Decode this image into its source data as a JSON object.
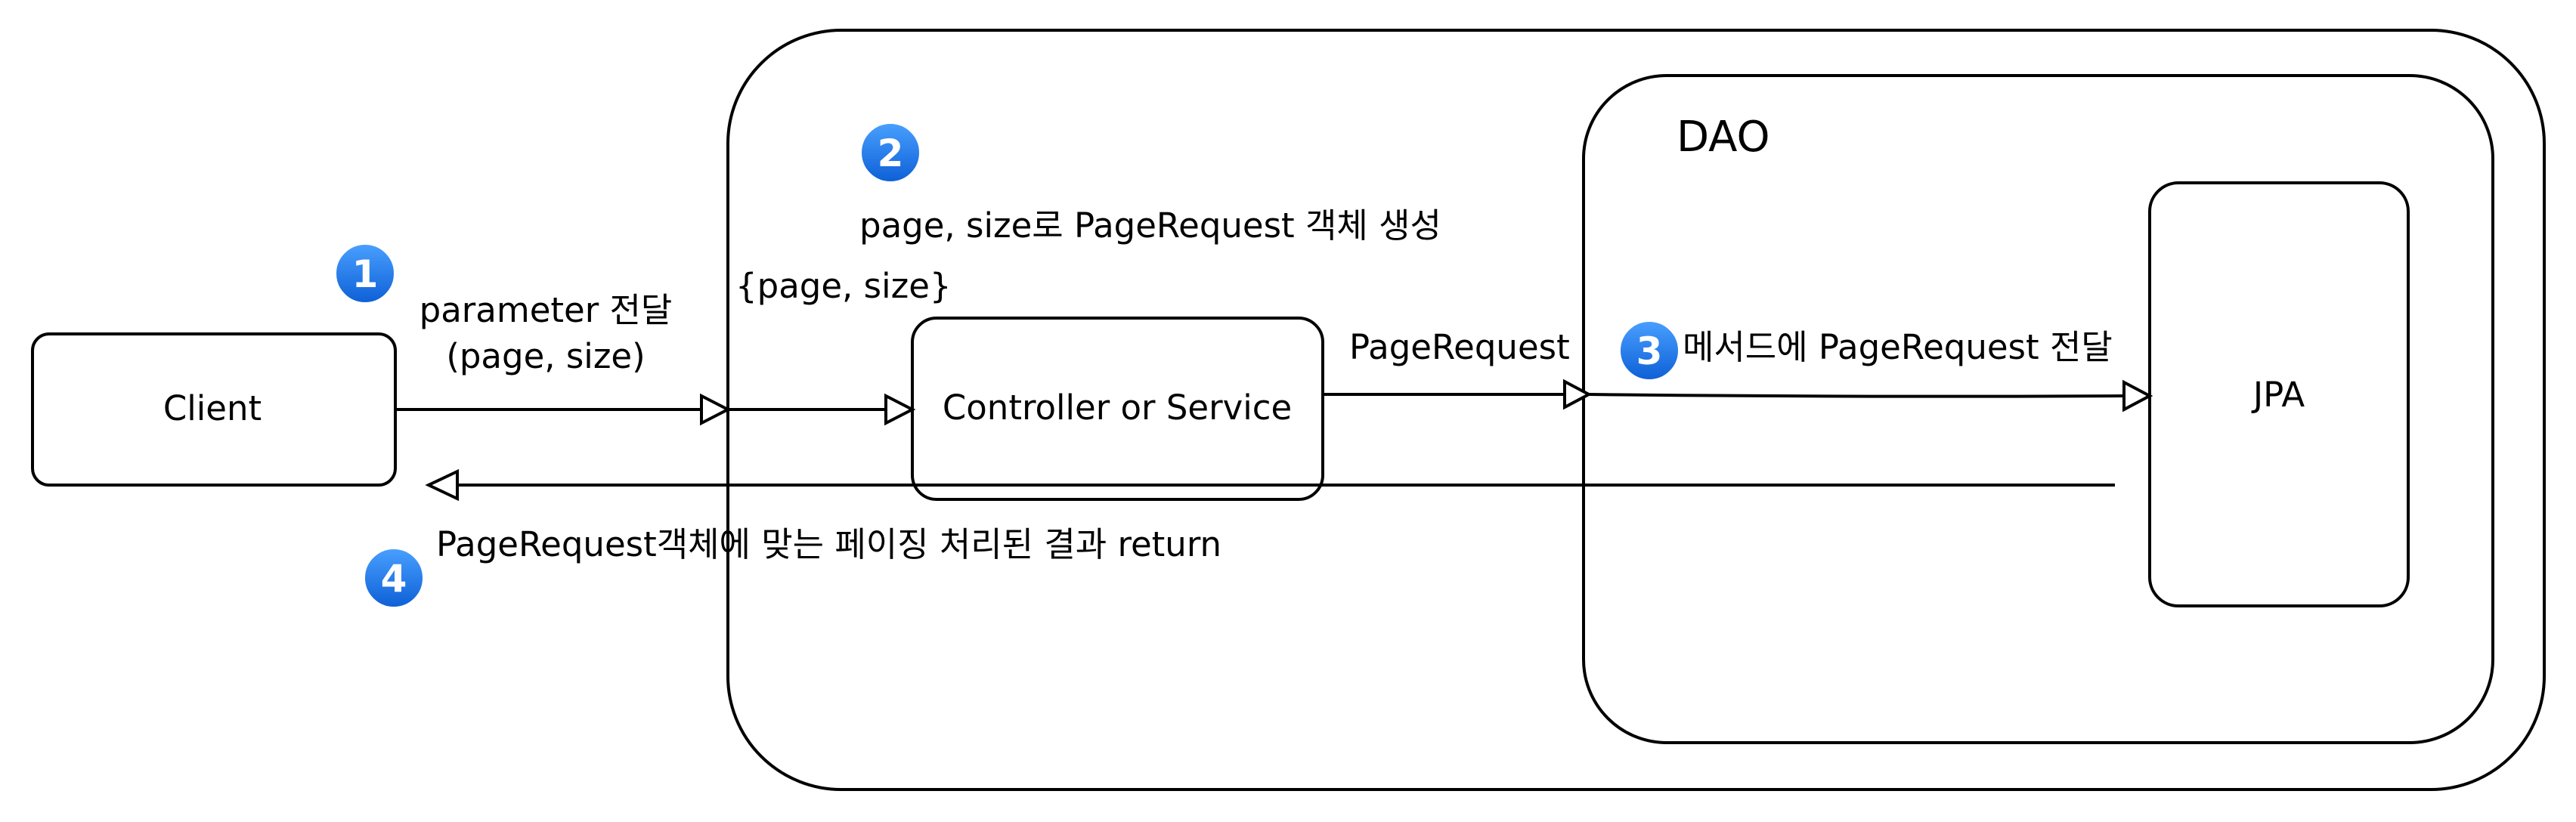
{
  "colors": {
    "stroke": "#000000",
    "badge_fill": "#1a73e8",
    "badge_text": "#ffffff",
    "background": "#ffffff"
  },
  "nodes": {
    "client": "Client",
    "controller": "Controller or Service",
    "dao": "DAO",
    "jpa": "JPA"
  },
  "labels": {
    "param_line1": "parameter 전달",
    "param_line2": "(page, size)",
    "page_size_braces": "{page, size}",
    "create_request": "page, size로 PageRequest 객체 생성",
    "page_request": "PageRequest",
    "method_pass": "메서드에 PageRequest 전달",
    "return_result": "PageRequest객체에 맞는 페이징 처리된 결과 return"
  },
  "badges": [
    "1",
    "2",
    "3",
    "4"
  ]
}
